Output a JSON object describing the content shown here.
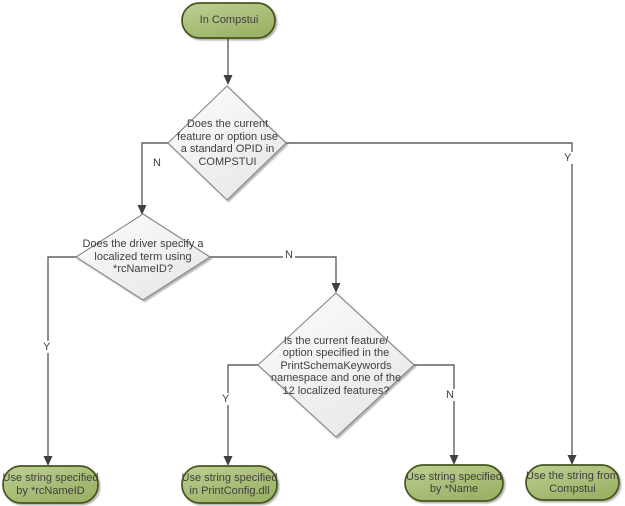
{
  "diagram": {
    "type": "flowchart",
    "nodes": {
      "start": {
        "text": "In Compstui"
      },
      "decision_opid": {
        "text": "Does the current\nfeature or option use\na standard OPID in\nCOMPSTUI"
      },
      "decision_rcnameid": {
        "text": "Does the driver specify a\nlocalized term using\n*rcNameID?"
      },
      "decision_schema": {
        "text": "Is the current feature/\noption specified in the\nPrintSchemaKeywords\nnamespace and one of the\n12 localized features?"
      },
      "result_rcnameid": {
        "text": "Use string specified\nby *rcNameID"
      },
      "result_printconfig": {
        "text": "Use string specified\nin PrintConfig.dll"
      },
      "result_name": {
        "text": "Use string specified\nby *Name"
      },
      "result_compstui": {
        "text": "Use the string from\nCompstui"
      }
    },
    "branch_labels": {
      "opid_no": "N",
      "opid_yes": "Y",
      "rcnameid_yes": "Y",
      "rcnameid_no": "N",
      "schema_yes": "Y",
      "schema_no": "N"
    },
    "colors": {
      "terminal_fill_light": "#bdd093",
      "terminal_fill_dark": "#9cb266",
      "terminal_border": "#47541f",
      "decision_fill_light": "#fdfdfd",
      "decision_fill_dark": "#e8e8e8",
      "decision_border": "#868686",
      "connector": "#616161",
      "arrow": "#404040",
      "text": "#3f3f3f"
    }
  }
}
